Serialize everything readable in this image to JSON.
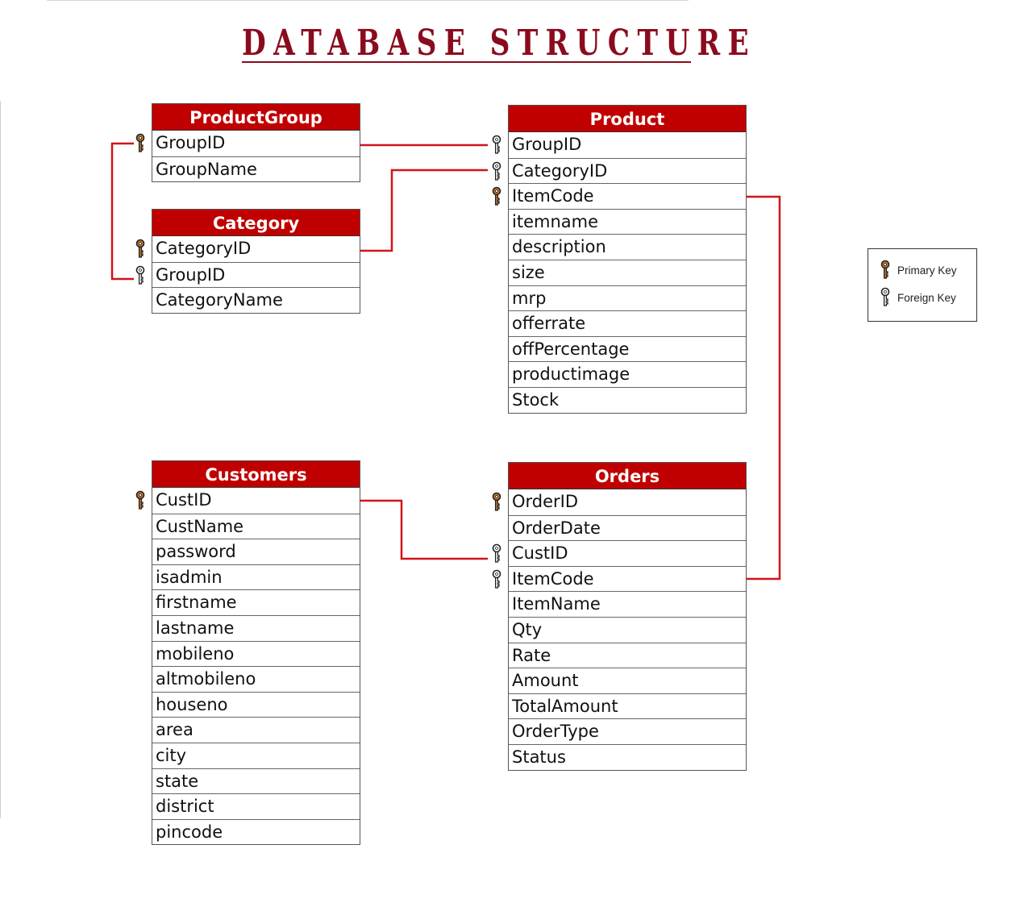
{
  "title": "DATABASE STRUCTURE",
  "legend": {
    "primary_key": "Primary Key",
    "foreign_key": "Foreign Key"
  },
  "colors": {
    "header": "#c00000",
    "title": "#8b0b1e",
    "connector": "#d0141c",
    "primary_key_fill": "#c8752a",
    "foreign_key_fill": "#ffffff"
  },
  "tables": {
    "productgroup": {
      "name": "ProductGroup",
      "fields": [
        {
          "label": "GroupID",
          "key": "primary"
        },
        {
          "label": "GroupName",
          "key": ""
        }
      ]
    },
    "category": {
      "name": "Category",
      "fields": [
        {
          "label": "CategoryID",
          "key": "primary"
        },
        {
          "label": "GroupID",
          "key": "foreign"
        },
        {
          "label": "CategoryName",
          "key": ""
        }
      ]
    },
    "product": {
      "name": "Product",
      "fields": [
        {
          "label": "GroupID",
          "key": "foreign"
        },
        {
          "label": "CategoryID",
          "key": "foreign"
        },
        {
          "label": "ItemCode",
          "key": "primary"
        },
        {
          "label": "itemname",
          "key": ""
        },
        {
          "label": "description",
          "key": ""
        },
        {
          "label": "size",
          "key": ""
        },
        {
          "label": "mrp",
          "key": ""
        },
        {
          "label": "offerrate",
          "key": ""
        },
        {
          "label": "offPercentage",
          "key": ""
        },
        {
          "label": "productimage",
          "key": ""
        },
        {
          "label": "Stock",
          "key": ""
        }
      ]
    },
    "customers": {
      "name": "Customers",
      "fields": [
        {
          "label": "CustID",
          "key": "primary"
        },
        {
          "label": "CustName",
          "key": ""
        },
        {
          "label": "password",
          "key": ""
        },
        {
          "label": "isadmin",
          "key": ""
        },
        {
          "label": "firstname",
          "key": ""
        },
        {
          "label": "lastname",
          "key": ""
        },
        {
          "label": "mobileno",
          "key": ""
        },
        {
          "label": "altmobileno",
          "key": ""
        },
        {
          "label": "houseno",
          "key": ""
        },
        {
          "label": "area",
          "key": ""
        },
        {
          "label": "city",
          "key": ""
        },
        {
          "label": "state",
          "key": ""
        },
        {
          "label": "district",
          "key": ""
        },
        {
          "label": "pincode",
          "key": ""
        }
      ]
    },
    "orders": {
      "name": "Orders",
      "fields": [
        {
          "label": "OrderID",
          "key": "primary"
        },
        {
          "label": "OrderDate",
          "key": ""
        },
        {
          "label": "CustID",
          "key": "foreign"
        },
        {
          "label": "ItemCode",
          "key": "foreign"
        },
        {
          "label": "ItemName",
          "key": ""
        },
        {
          "label": "Qty",
          "key": ""
        },
        {
          "label": "Rate",
          "key": ""
        },
        {
          "label": "Amount",
          "key": ""
        },
        {
          "label": "TotalAmount",
          "key": ""
        },
        {
          "label": "OrderType",
          "key": ""
        },
        {
          "label": "Status",
          "key": ""
        }
      ]
    }
  },
  "relationships": [
    {
      "from": "productgroup.GroupID",
      "to": "product.GroupID"
    },
    {
      "from": "productgroup.GroupID",
      "to": "category.GroupID"
    },
    {
      "from": "category.CategoryID",
      "to": "product.CategoryID"
    },
    {
      "from": "product.ItemCode",
      "to": "orders.ItemCode"
    },
    {
      "from": "customers.CustID",
      "to": "orders.CustID"
    }
  ]
}
